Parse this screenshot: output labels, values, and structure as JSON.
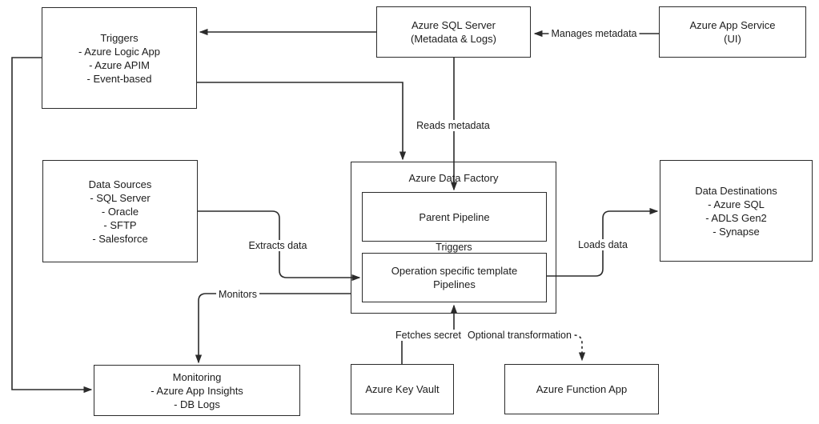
{
  "nodes": {
    "triggers": {
      "lines": [
        "Triggers",
        "- Azure Logic App",
        "- Azure APIM",
        "- Event-based"
      ]
    },
    "sql_server": {
      "lines": [
        "Azure SQL Server",
        "(Metadata & Logs)"
      ]
    },
    "app_service": {
      "lines": [
        "Azure App Service",
        "(UI)"
      ]
    },
    "data_sources": {
      "lines": [
        "Data Sources",
        "- SQL Server",
        "- Oracle",
        "- SFTP",
        "- Salesforce"
      ]
    },
    "adf": {
      "title": "Azure Data Factory"
    },
    "parent_pipeline": {
      "lines": [
        "Parent Pipeline"
      ]
    },
    "template_pipelines": {
      "lines": [
        "Operation specific template",
        "Pipelines"
      ]
    },
    "data_destinations": {
      "lines": [
        "Data Destinations",
        "- Azure SQL",
        "- ADLS Gen2",
        "- Synapse"
      ]
    },
    "monitoring": {
      "lines": [
        "Monitoring",
        "- Azure App Insights",
        "- DB Logs"
      ]
    },
    "key_vault": {
      "lines": [
        "Azure Key Vault"
      ]
    },
    "function_app": {
      "lines": [
        "Azure Function App"
      ]
    }
  },
  "edge_labels": {
    "manages_metadata": "Manages metadata",
    "reads_metadata": "Reads metadata",
    "triggers": "Triggers",
    "extracts_data": "Extracts data",
    "monitors": "Monitors",
    "loads_data": "Loads data",
    "fetches_secret": "Fetches secret",
    "optional_transformation": "Optional transformation"
  },
  "colors": {
    "background": "#ffffff",
    "line": "#2b2b2b",
    "text": "#1c1c1c"
  }
}
